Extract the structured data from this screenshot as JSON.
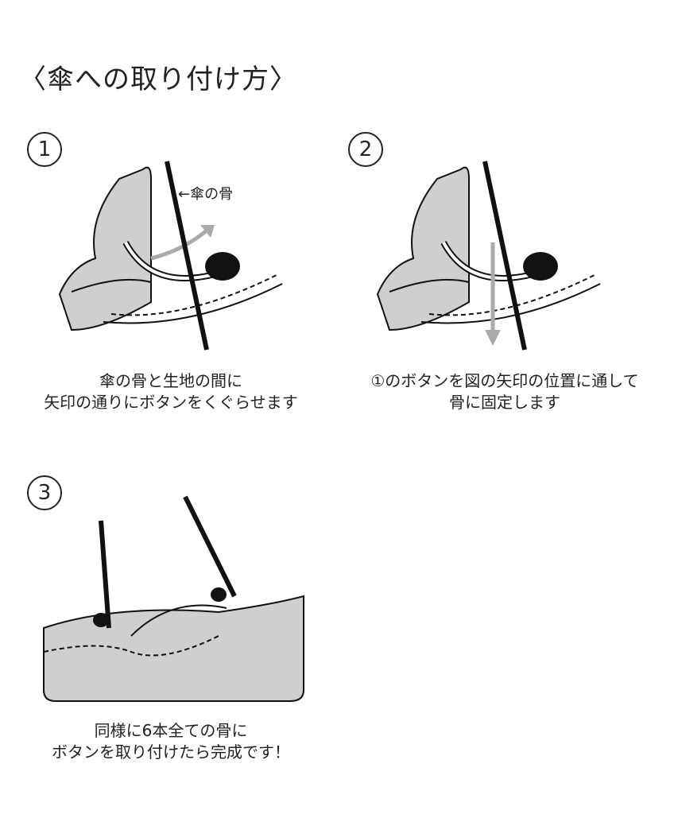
{
  "title": "〈傘への取り付け方〉",
  "steps": [
    {
      "number": "1",
      "label": "←傘の骨",
      "caption_line1": "傘の骨と生地の間に",
      "caption_line2": "矢印の通りにボタンをくぐらせます"
    },
    {
      "number": "2",
      "caption_line1": "①のボタンを図の矢印の位置に通して",
      "caption_line2": "骨に固定します"
    },
    {
      "number": "3",
      "caption_line1": "同様に6本全ての骨に",
      "caption_line2": "ボタンを取り付けたら完成です！"
    }
  ],
  "colors": {
    "fabric": "#cfcfcf",
    "line": "#111111",
    "arrow": "#aaaaaa"
  }
}
